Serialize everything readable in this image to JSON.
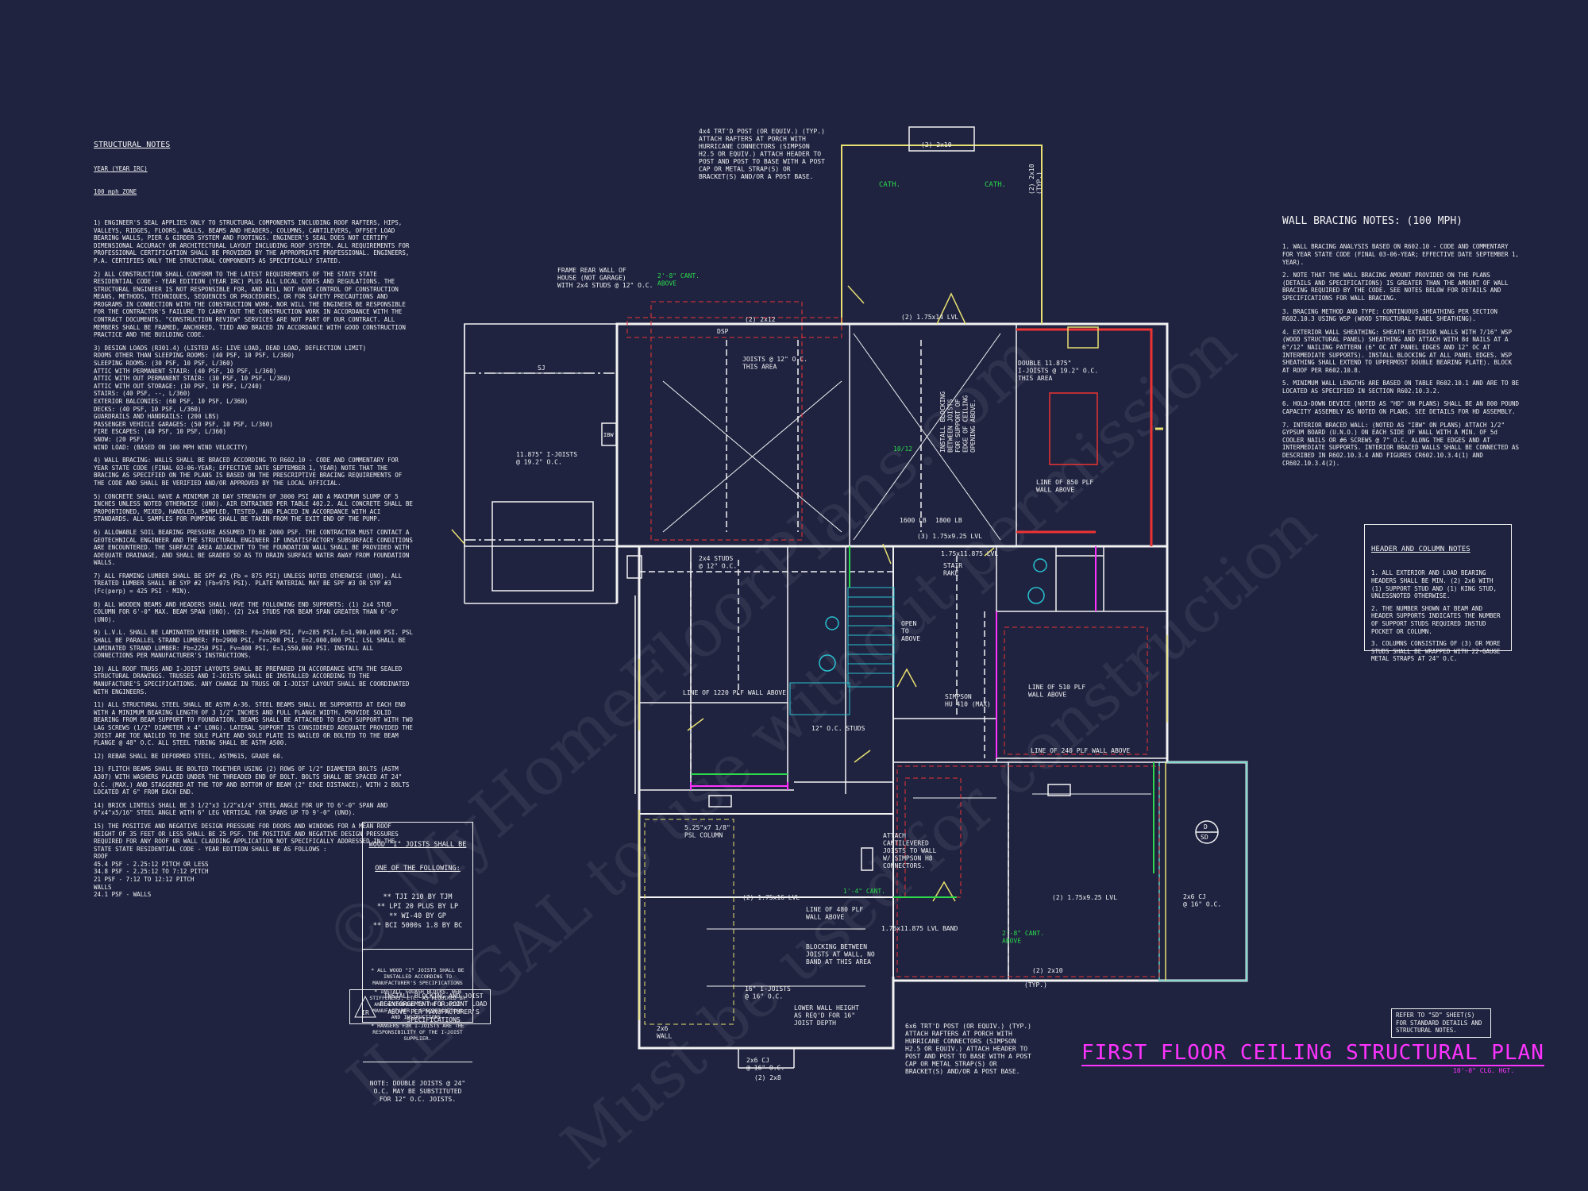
{
  "structural_notes": {
    "title": "STRUCTURAL NOTES",
    "subtitle1": "YEAR (YEAR IRC)",
    "subtitle2": "100 mph ZONE",
    "notes": [
      "1) ENGINEER'S SEAL APPLIES ONLY TO STRUCTURAL COMPONENTS INCLUDING ROOF RAFTERS, HIPS, VALLEYS, RIDGES, FLOORS, WALLS, BEAMS AND HEADERS, COLUMNS, CANTILEVERS, OFFSET LOAD BEARING WALLS, PIER & GIRDER SYSTEM AND FOOTINGS. ENGINEER'S SEAL DOES NOT CERTIFY DIMENSIONAL ACCURACY OR ARCHITECTURAL LAYOUT INCLUDING ROOF SYSTEM. ALL REQUIREMENTS FOR PROFESSIONAL CERTIFICATION SHALL BE PROVIDED BY THE APPROPRIATE PROFESSIONAL. ENGINEERS, P.A. CERTIFIES ONLY THE STRUCTURAL COMPONENTS AS SPECIFICALLY STATED.",
      "2) ALL CONSTRUCTION SHALL CONFORM TO THE LATEST REQUIREMENTS OF THE STATE STATE RESIDENTIAL CODE - YEAR EDITION (YEAR IRC) PLUS ALL LOCAL CODES AND REGULATIONS. THE STRUCTURAL ENGINEER IS NOT RESPONSIBLE FOR, AND WILL NOT HAVE CONTROL OF CONSTRUCTION MEANS, METHODS, TECHNIQUES, SEQUENCES OR PROCEDURES, OR FOR SAFETY PRECAUTIONS AND PROGRAMS IN CONNECTION WITH THE CONSTRUCTION WORK, NOR WILL THE ENGINEER BE RESPONSIBLE FOR THE CONTRACTOR'S FAILURE TO CARRY OUT THE CONSTRUCTION WORK IN ACCORDANCE WITH THE CONTRACT DOCUMENTS. \"CONSTRUCTION REVIEW\" SERVICES ARE NOT PART OF OUR CONTRACT. ALL MEMBERS SHALL BE FRAMED, ANCHORED, TIED AND BRACED IN ACCORDANCE WITH GOOD CONSTRUCTION PRACTICE AND THE BUILDING CODE.",
      "3) DESIGN LOADS (R301.4) (LISTED AS: LIVE LOAD, DEAD LOAD, DEFLECTION LIMIT)\nROOMS OTHER THAN SLEEPING ROOMS: (40 PSF, 10 PSF, L/360)\nSLEEPING ROOMS: (30 PSF, 10 PSF, L/360)\nATTIC WITH PERMANENT STAIR: (40 PSF, 10 PSF, L/360)\nATTIC WITH OUT PERMANENT STAIR: (30 PSF, 10 PSF, L/360)\nATTIC WITH OUT STORAGE: (10 PSF, 10 PSF, L/240)\nSTAIRS: (40 PSF, --, L/360)\nEXTERIOR BALCONIES: (60 PSF, 10 PSF, L/360)\nDECKS: (40 PSF, 10 PSF, L/360)\nGUARDRAILS AND HANDRAILS: (200 LBS)\nPASSENGER VEHICLE GARAGES: (50 PSF, 10 PSF, L/360)\nFIRE ESCAPES: (40 PSF, 10 PSF, L/360)\nSNOW: (20 PSF)\nWIND LOAD: (BASED ON 100 MPH WIND VELOCITY)",
      "4) WALL BRACING: WALLS SHALL BE BRACED ACCORDING TO R602.10 - CODE AND COMMENTARY FOR YEAR STATE CODE (FINAL 03-06-YEAR; EFFECTIVE DATE SEPTEMBER 1, YEAR) NOTE THAT THE BRACING AS SPECIFIED ON THE PLANS IS BASED ON THE PRESCRIPTIVE BRACING REQUIREMENTS OF THE CODE AND SHALL BE VERIFIED AND/OR APPROVED BY THE LOCAL OFFICIAL.",
      "5) CONCRETE SHALL HAVE A MINIMUM 28 DAY STRENGTH OF 3000 PSI AND A MAXIMUM SLUMP OF 5 INCHES UNLESS NOTED OTHERWISE (UNO). AIR ENTRAINED PER TABLE 402.2. ALL CONCRETE SHALL BE PROPORTIONED, MIXED, HANDLED, SAMPLED, TESTED, AND PLACED IN ACCORDANCE WITH ACI STANDARDS. ALL SAMPLES FOR PUMPING SHALL BE TAKEN FROM THE EXIT END OF THE PUMP.",
      "6) ALLOWABLE SOIL BEARING PRESSURE ASSUMED TO BE 2000 PSF. THE CONTRACTOR MUST CONTACT A GEOTECHNICAL ENGINEER AND THE STRUCTURAL ENGINEER IF UNSATISFACTORY SUBSURFACE CONDITIONS ARE ENCOUNTERED. THE SURFACE AREA ADJACENT TO THE FOUNDATION WALL SHALL BE PROVIDED WITH ADEQUATE DRAINAGE, AND SHALL BE GRADED SO AS TO DRAIN SURFACE WATER AWAY FROM FOUNDATION WALLS.",
      "7) ALL FRAMING LUMBER SHALL BE SPF #2 (Fb = 875 PSI) UNLESS NOTED OTHERWISE (UNO). ALL TREATED LUMBER SHALL BE SYP #2 (Fb=975 PSI). PLATE MATERIAL MAY BE SPF #3 OR SYP #3 (Fc(perp) = 425 PSI - MIN).",
      "8) ALL WOODEN BEAMS AND HEADERS SHALL HAVE THE FOLLOWING END SUPPORTS: (1) 2x4 STUD COLUMN FOR 6'-0\" MAX. BEAM SPAN (UNO). (2) 2x4 STUDS FOR BEAM SPAN GREATER THAN 6'-0\" (UNO).",
      "9) L.V.L. SHALL BE LAMINATED VENEER LUMBER: Fb=2600 PSI, Fv=285 PSI, E=1,900,000 PSI. PSL SHALL BE PARALLEL STRAND LUMBER: Fb=2900 PSI, Fv=290 PSI, E=2,000,000 PSI. LSL SHALL BE LAMINATED STRAND LUMBER: Fb=2250 PSI, Fv=400 PSI, E=1,550,000 PSI. INSTALL ALL CONNECTIONS PER MANUFACTURER'S INSTRUCTIONS.",
      "10) ALL ROOF TRUSS AND I-JOIST LAYOUTS SHALL BE PREPARED IN ACCORDANCE WITH THE SEALED STRUCTURAL DRAWINGS. TRUSSES AND I-JOISTS SHALL BE INSTALLED ACCORDING TO THE MANUFACTURE'S SPECIFICATIONS. ANY CHANGE IN TRUSS OR I-JOIST LAYOUT SHALL BE COORDINATED WITH ENGINEERS.",
      "11) ALL STRUCTURAL STEEL SHALL BE ASTM A-36. STEEL BEAMS SHALL BE SUPPORTED AT EACH END WITH A MINIMUM BEARING LENGTH OF 3 1/2\" INCHES AND FULL FLANGE WIDTH. PROVIDE SOLID BEARING FROM BEAM SUPPORT TO FOUNDATION. BEAMS SHALL BE ATTACHED TO EACH SUPPORT WITH TWO LAG SCREWS (1/2\" DIAMETER x 4\" LONG). LATERAL SUPPORT IS CONSIDERED ADEQUATE PROVIDED THE JOIST ARE TOE NAILED TO THE SOLE PLATE AND SOLE PLATE IS NAILED OR BOLTED TO THE BEAM FLANGE @ 48\" O.C. ALL STEEL TUBING SHALL BE ASTM A500.",
      "12) REBAR SHALL BE DEFORMED STEEL, ASTM615, GRADE 60.",
      "13) FLITCH BEAMS SHALL BE BOLTED TOGETHER USING (2) ROWS OF 1/2\" DIAMETER BOLTS (ASTM A307) WITH WASHERS PLACED UNDER THE THREADED END OF BOLT. BOLTS SHALL BE SPACED AT 24\" O.C. (MAX.) AND STAGGERED AT THE TOP AND BOTTOM OF BEAM (2\" EDGE DISTANCE), WITH 2 BOLTS LOCATED AT 6\" FROM EACH END.",
      "14) BRICK LINTELS SHALL BE 3 1/2\"x3 1/2\"x1/4\" STEEL ANGLE FOR UP TO 6'-0\" SPAN AND 6\"x4\"x5/16\" STEEL ANGLE WITH 6\" LEG VERTICAL FOR SPANS UP TO 9'-0\" (UNO).",
      "15) THE POSITIVE AND NEGATIVE DESIGN PRESSURE FOR DOORS AND WINDOWS FOR A MEAN ROOF HEIGHT OF 35 FEET OR LESS SHALL BE 25 PSF. THE POSITIVE AND NEGATIVE DESIGN PRESSURES REQUIRED FOR ANY ROOF OR WALL CLADDING APPLICATION NOT SPECIFICALLY ADDRESSED IN THE STATE STATE RESIDENTIAL CODE - YEAR EDITION SHALL BE AS FOLLOWS :\nROOF\n45.4 PSF - 2.25:12 PITCH OR LESS\n34.8 PSF - 2.25:12 TO 7:12 PITCH\n21 PSF - 7:12 TO 12:12 PITCH\nWALLS\n24.1 PSF - WALLS"
    ]
  },
  "wall_bracing": {
    "title": "WALL BRACING NOTES: (100 MPH)",
    "notes": [
      "1. WALL BRACING ANALYSIS BASED ON R602.10 - CODE AND COMMENTARY FOR YEAR STATE CODE (FINAL 03-06-YEAR; EFFECTIVE DATE SEPTEMBER 1, YEAR).",
      "2. NOTE THAT THE WALL BRACING AMOUNT PROVIDED ON THE PLANS (DETAILS AND SPECIFICATIONS) IS GREATER THAN THE AMOUNT OF WALL BRACING REQUIRED BY THE CODE. SEE NOTES BELOW FOR DETAILS AND SPECIFICATIONS FOR WALL BRACING.",
      "3. BRACING METHOD AND TYPE: CONTINUOUS SHEATHING PER SECTION R602.10.3 USING WSP (WOOD STRUCTURAL PANEL SHEATHING).",
      "4. EXTERIOR WALL SHEATHING: SHEATH EXTERIOR WALLS WITH 7/16\" WSP (WOOD STRUCTURAL PANEL) SHEATHING AND ATTACH WITH 8d NAILS AT A 6\"/12\" NAILING PATTERN (6\" OC AT PANEL EDGES AND 12\" OC AT INTERMEDIATE SUPPORTS). INSTALL BLOCKING AT ALL PANEL EDGES. WSP SHEATHING SHALL EXTEND TO UPPERMOST DOUBLE BEARING PLATE). BLOCK AT ROOF PER R602.10.8.",
      "5. MINIMUM WALL LENGTHS ARE BASED ON TABLE R602.10.1 AND ARE TO BE LOCATED AS SPECIFIED IN SECTION R602.10.3.2.",
      "6. HOLD-DOWN DEVICE (NOTED AS \"HD\" ON PLANS) SHALL BE AN 800 POUND CAPACITY ASSEMBLY AS NOTED ON PLANS. SEE DETAILS FOR HD ASSEMBLY.",
      "7. INTERIOR BRACED WALL: (NOTED AS \"IBW\" ON PLANS) ATTACH 1/2\" GYPSUM BOARD (U.N.O.) ON EACH SIDE OF WALL WITH A MIN. OF 5d COOLER NAILS OR #6 SCREWS @ 7\" O.C. ALONG THE EDGES AND AT INTERMEDIATE SUPPORTS. INTERIOR BRACED WALLS SHALL BE CONNECTED AS DESCRIBED IN R602.10.3.4 AND FIGURES CR602.10.3.4(1) AND CR602.10.3.4(2)."
    ]
  },
  "header_column": {
    "title": "HEADER AND COLUMN NOTES",
    "notes": [
      "1. ALL EXTERIOR AND LOAD BEARING HEADERS SHALL BE MIN. (2) 2x6 WITH (1) SUPPORT STUD AND (1) KING STUD, UNLESSNOTED OTHERWISE.",
      "2. THE NUMBER SHOWN AT BEAM AND HEADER SUPPORTS INDICATES THE NUMBER OF SUPPORT STUDS REQUIRED INSTUD POCKET OR COLUMN.",
      "3. COLUMNS CONSISTING OF (3) OR MORE STUDS SHALL BE WRAPPED WITH 22-GAUGE METAL STRAPS AT 24\" O.C."
    ]
  },
  "joist_notes": {
    "title_line1": "WOOD \"I\" JOISTS SHALL BE",
    "title_line2": "ONE OF THE FOLLOWING:",
    "options": [
      "** TJI 210 BY TJM",
      "** LPI 20 PLUS BY LP",
      "** WI-40 BY GP",
      "** BCI 5000s 1.8 BY BC"
    ],
    "notes": [
      "* ALL WOOD \"I\" JOISTS SHALL BE INSTALLED ACCORDING TO MANUFACTURER'S SPECIFICATIONS",
      "* INSTALL SQUASH BLOCKS, WEB STIFFENERS, ETC. AS REQUIRED BY AND ACCORDING TO THE I-JOIST MANUFACTURER'S SPECIFICATIONS AND INSTRUCTIONS.",
      "* HANGERS FOR I-JOISTS ARE THE RESPONSIBILITY OF THE I-JOIST SUPPLIER."
    ],
    "note2": "NOTE: DOUBLE JOISTS @ 24\" O.C. MAY BE SUBSTITUTED FOR 12\" O.C. JOISTS.",
    "ir_label": "IR",
    "ir_text": "INSTALL BLOCKING AND JOIST REINFORCEMENT FOR POINT LOAD ABOVE PER MANUFACTURER'S SPECIFICATIONS"
  },
  "sd_note": "REFER TO \"SD\" SHEET(S) FOR STANDARD DETAILS AND STRUCTURAL NOTES.",
  "sheet_title": "FIRST FLOOR CEILING STRUCTURAL PLAN",
  "sheet_scale": "10'-0\" CLG. HGT.",
  "watermark": [
    "© MyHomeFloorPlans.com",
    "ILLEGAL to use without permission",
    "Must be used for construction"
  ],
  "plan_labels": {
    "post_top": "4x4 TRT'D POST (OR EQUIV.) (TYP.)\nATTACH RAFTERS AT PORCH WITH\nHURRICANE CONNECTORS (SIMPSON\nH2.5 OR EQUIV.) ATTACH HEADER TO\nPOST AND POST TO BASE WITH A POST\nCAP OR METAL STRAP(S) OR\nBRACKET(S) AND/OR A POST BASE.",
    "post_bottom": "6x6 TRT'D POST (OR EQUIV.) (TYP.)\nATTACH RAFTERS AT PORCH WITH\nHURRICANE CONNECTORS (SIMPSON\nH2.5 OR EQUIV.) ATTACH HEADER TO\nPOST AND POST TO BASE WITH A POST\nCAP OR METAL STRAP(S) OR\nBRACKET(S) AND/OR A POST BASE.",
    "frame_rear": "FRAME REAR WALL OF\nHOUSE (NOT GARAGE)\nWITH 2x4 STUDS @ 12\" O.C.",
    "cant_top": "2'-8\" CANT.\nABOVE",
    "cath1": "CATH.",
    "cath2": "CATH.",
    "top_2x10": "(2) 2x10",
    "top_2x10_typ": "(2) 2x10\n(TYP.)",
    "joists12": "JOISTS @ 12\" O.C.\nTHIS AREA",
    "double_top": "DOUBLE 11.875\"\nI-JOISTS @ 19.2\" O.C.\nTHIS AREA",
    "garage_joist": "11.875\" I-JOISTS\n@ 19.2\" O.C.",
    "lvl_top": "(2) 1.75x14 LVL",
    "lvl_mid": "(3) 1.75x9.25 LVL",
    "lvl_9": "1.75x11.875 LVL",
    "plf_850": "LINE OF 850 PLF\nWALL ABOVE",
    "plf_1220": "LINE OF 1220 PLF WALL ABOVE",
    "plf_510": "LINE OF 510 PLF\nWALL ABOVE",
    "plf_240": "LINE OF 240 PLF WALL ABOVE",
    "plf_480": "LINE OF 480 PLF\nWALL ABOVE",
    "lb_1600": "1600 LB",
    "lb_1800": "1800 LB",
    "install_blocking": "INSTALL BLOCKING\nBETWEEN JOISTS\nFOR SUPPORT OF\nEDGE OF CEILING\nOPENING ABOVE.",
    "stair_rake": "STAIR\nRAKE",
    "open_above": "OPEN\nTO\nABOVE",
    "simpson": "SIMPSON\nHU 410 (MAX)",
    "studs_2x4": "2x4 STUDS\n@ 12\" O.C.",
    "studs_12": "12\" O.C. STUDS",
    "psl": "5.25\"x7 1/8\"\nPSL COLUMN",
    "cantilever": "ATTACH\nCANTILEVERED\nJOISTS TO WALL\nW/ SIMPSON H8\nCONNECTORS.",
    "cant_14": "1'-4\" CANT.",
    "cant_28": "2'-8\" CANT.\nABOVE",
    "blocking_wall": "BLOCKING BETWEEN\nJOISTS AT WALL, NO\nBAND AT THIS AREA",
    "lower_wall": "LOWER WALL HEIGHT\nAS REQ'D FOR 16\"\nJOIST DEPTH",
    "i16": "16\" I-JOISTS\n@ 16\" O.C.",
    "cj": "2x6 CJ\n@ 16\" O.C.",
    "cj2": "2x6 CJ\n@ 16\" O.C.",
    "ibw": "IBW",
    "sd_tag": "SD",
    "d_tag": "D",
    "dsp": "DSP",
    "sj": "SJ",
    "typ": "(TYP.)",
    "x2x8": "(2) 2x8",
    "x2x12": "(2) 2x12",
    "x2x10": "(2) 2x10",
    "wall_2x6": "2x6\nWALL",
    "lvl_bottom": "(2) 1.75x16 LVL",
    "lvl_band": "1.75x11.875 LVL BAND",
    "lvl_925": "(2) 1.75x9.25 LVL",
    "cath_val": "10/12"
  }
}
